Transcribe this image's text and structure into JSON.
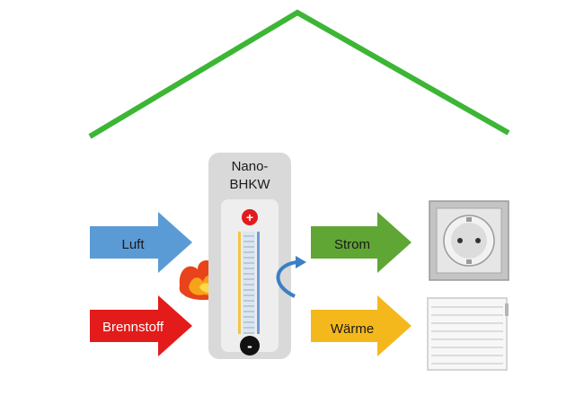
{
  "unit": {
    "title_line1": "Nano-",
    "title_line2": "BHKW",
    "plus": "+",
    "minus": "-"
  },
  "inputs": {
    "air": "Luft",
    "fuel": "Brennstoff"
  },
  "outputs": {
    "power": "Strom",
    "heat": "Wärme"
  },
  "colors": {
    "roof": "#3cb634",
    "air_arrow": "#5b9bd5",
    "fuel_arrow": "#e31b1b",
    "power_arrow": "#5fa635",
    "heat_arrow": "#f5b81c",
    "unit_body": "#d9d9d9",
    "anode": "#f3c544",
    "cathode": "#6f9bd6",
    "plus_badge": "#e31b1b",
    "minus_badge": "#111111"
  },
  "icons": [
    "house-roof-icon",
    "flame-icon",
    "heat-flow-arrow-icon",
    "power-socket-icon",
    "radiator-icon"
  ]
}
